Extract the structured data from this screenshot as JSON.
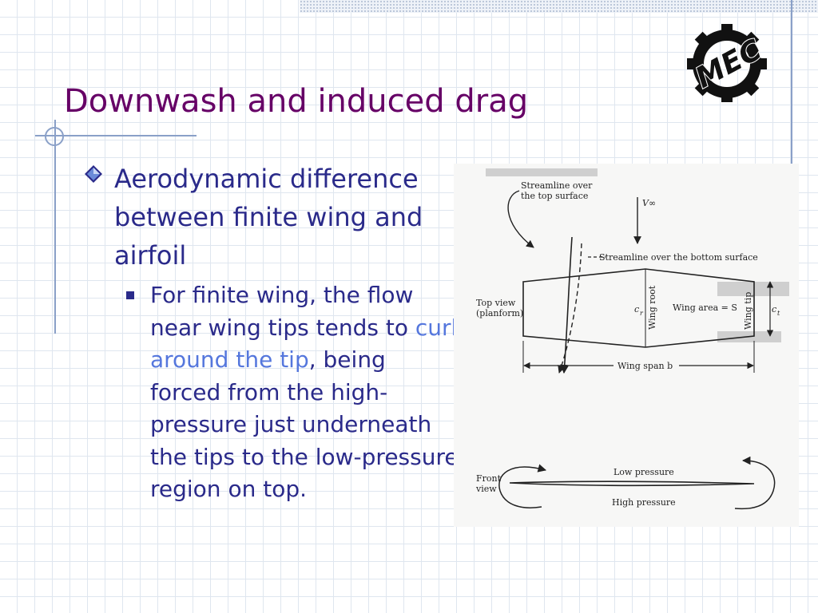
{
  "slide": {
    "title": "Downwash and induced drag",
    "bullet1": "Aerodynamic difference between finite wing and airfoil",
    "bullet2": {
      "before": "For finite wing, the flow near wing tips tends to ",
      "highlight": "curl around the tip",
      "after": ", being forced from the high-pressure just underneath the tips to the low-pressure region on top."
    },
    "colors": {
      "title": "#660066",
      "text": "#2a2a8a",
      "highlight": "#5577dd",
      "grid": "#dfe6ef"
    }
  },
  "logo": {
    "text": "MEC",
    "icon": "gear-icon"
  },
  "figure": {
    "streamline_top": [
      "Streamline over",
      "the top surface"
    ],
    "freestream": "V∞",
    "streamline_bottom": "Streamline over the bottom surface",
    "top_view": [
      "Top view",
      "(planform)"
    ],
    "root_chord": "c",
    "root_chord_sub": "r",
    "wing_root": "Wing root",
    "wing_area": "Wing area = S",
    "wing_tip": "Wing tip",
    "tip_chord": "c",
    "tip_chord_sub": "t",
    "wing_span": "Wing span b",
    "front_view": [
      "Front",
      "view"
    ],
    "low_pressure": "Low pressure",
    "high_pressure": "High pressure"
  }
}
